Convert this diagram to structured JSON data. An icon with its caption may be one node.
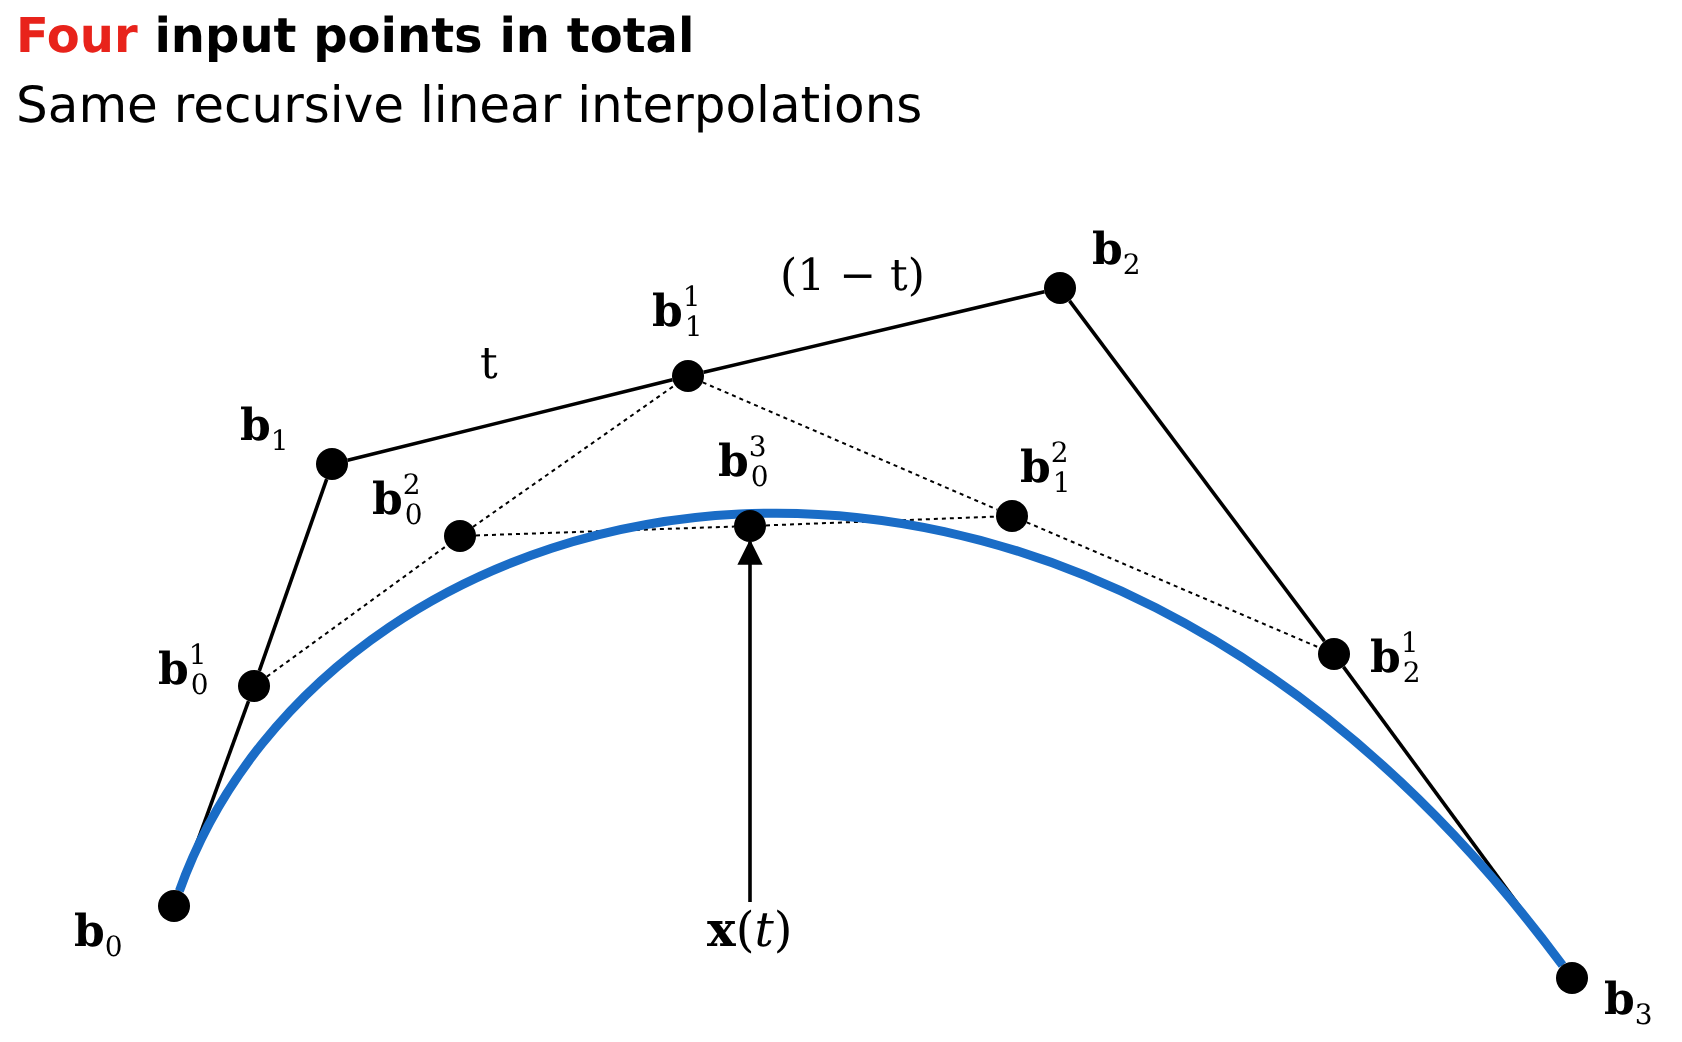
{
  "diagram": {
    "title": "Four input points in total",
    "nodes": [
      {
        "text": [
          "**b**$_{0}$"
        ]
      },
      {
        "text": [
          "**b**$_{1}$"
        ]
      },
      {
        "text": [
          "**b**$_{2}$"
        ]
      },
      {
        "text": [
          "**b**$_{3}$"
        ]
      },
      {
        "text": [
          "**b**$^{1}$$_{0}$"
        ]
      },
      {
        "text": [
          "**b**$^{1}$$_{1}$"
        ]
      },
      {
        "text": [
          "**b**$^{1}$$_{2}$"
        ]
      },
      {
        "text": [
          "**b**$^{2}$$_{0}$"
        ]
      },
      {
        "text": [
          "**b**$^{2}$$_{1}$"
        ]
      },
      {
        "text": [
          "**b**$^{3}$$_{0}$"
        ]
      },
      {
        "text": [
          "**x**(*t*)"
        ]
      }
    ],
    "edges": [
      {
        "from": 0,
        "to": 4,
        "arrow": "none"
      },
      {
        "from": 4,
        "to": 1,
        "arrow": "none"
      },
      {
        "from": 1,
        "to": 5,
        "arrow": "none",
        "label": "t"
      },
      {
        "from": 5,
        "to": 2,
        "arrow": "none",
        "label": "(1 − t)"
      },
      {
        "from": 2,
        "to": 6,
        "arrow": "none"
      },
      {
        "from": 6,
        "to": 3,
        "arrow": "none"
      },
      {
        "from": 4,
        "to": 7,
        "arrow": "none",
        "style": "dashed"
      },
      {
        "from": 7,
        "to": 5,
        "arrow": "none",
        "style": "dashed"
      },
      {
        "from": 5,
        "to": 8,
        "arrow": "none",
        "style": "dashed"
      },
      {
        "from": 8,
        "to": 6,
        "arrow": "none",
        "style": "dashed"
      },
      {
        "from": 7,
        "to": 9,
        "arrow": "none",
        "style": "dashed"
      },
      {
        "from": 9,
        "to": 8,
        "arrow": "none",
        "style": "dashed"
      },
      {
        "from": 0,
        "to": 3,
        "arrow": "none",
        "style": "thick",
        "color": "#1a6cc6"
      },
      {
        "from": 10,
        "to": 9,
        "arrow": "to"
      }
    ],
    "labels": [
      "Same recursive linear interpolations"
    ]
  }
}
